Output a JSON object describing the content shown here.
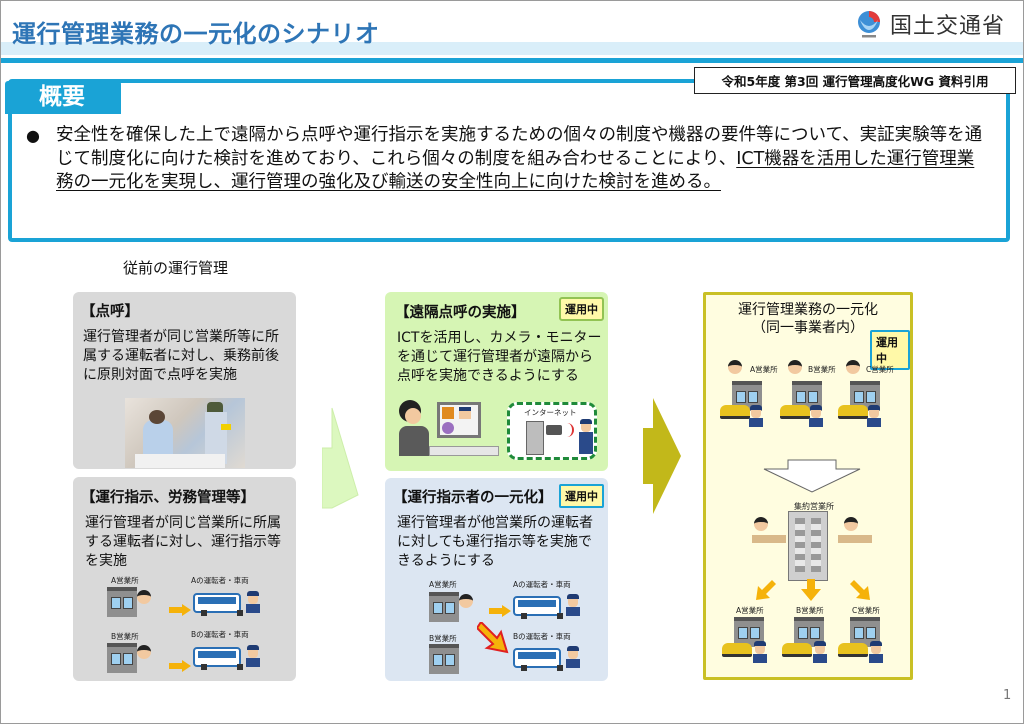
{
  "header": {
    "title": "運行管理業務の一元化のシナリオ",
    "ministry": "国土交通省",
    "source_note": "令和5年度 第3回 運行管理高度化WG 資料引用"
  },
  "summary": {
    "tab_label": "概要",
    "bullet": "●",
    "text_plain": "安全性を確保した上で遠隔から点呼や運行指示を実施するための個々の制度や機器の要件等について、実証実験等を通じて制度化に向けた検討を進めており、これら個々の制度を組み合わせることにより、",
    "text_underlined": "ICT機器を活用した運行管理業務の一元化を実現し、運行管理の強化及び輸送の安全性向上に向けた検討を進める。"
  },
  "previous": {
    "label": "従前の運行管理",
    "tenko": {
      "title": "【点呼】",
      "body": "運行管理者が同じ営業所等に所属する運転者に対し、乗務前後に原則対面で点呼を実施"
    },
    "instruction": {
      "title": "【運行指示、労務管理等】",
      "body": "運行管理者が同じ営業所に所属する運転者に対し、運行指示等を実施",
      "office_a": "A営業所",
      "office_b": "B営業所",
      "driver_a": "Aの運転者・車両",
      "driver_b": "Bの運転者・車両"
    }
  },
  "middle": {
    "remote": {
      "title": "【遠隔点呼の実施】",
      "badge": "運用中",
      "body": "ICTを活用し、カメラ・モニターを通じて運行管理者が遠隔から点呼を実施できるようにする",
      "internet_label": "インターネット"
    },
    "unify": {
      "title": "【運行指示者の一元化】",
      "badge": "運用中",
      "body": "運行管理者が他営業所の運転者に対しても運行指示等を実施できるようにする",
      "office_a": "A営業所",
      "office_b": "B営業所",
      "driver_a": "Aの運転者・車両",
      "driver_b": "Bの運転者・車両"
    }
  },
  "right": {
    "title_line1": "運行管理業務の一元化",
    "title_line2": "（同一事業者内）",
    "badge": "運用中",
    "offices_top": [
      "A営業所",
      "B営業所",
      "C営業所"
    ],
    "center_label": "集約営業所",
    "offices_bottom": [
      "A営業所",
      "B営業所",
      "C営業所"
    ]
  },
  "page_number": "1",
  "colors": {
    "title_blue": "#2e75b6",
    "accent_cyan": "#1aa3d6",
    "panel_gray": "#d9d9d9",
    "panel_green": "#d6f5b4",
    "panel_blue": "#dce6f2",
    "panel_yellow": "#fffde0",
    "badge_fill": "#fff9a8",
    "arrow_light_green": "#dcf8bf",
    "arrow_olive": "#c2b81a",
    "orange_arrow": "#f5b20a"
  }
}
